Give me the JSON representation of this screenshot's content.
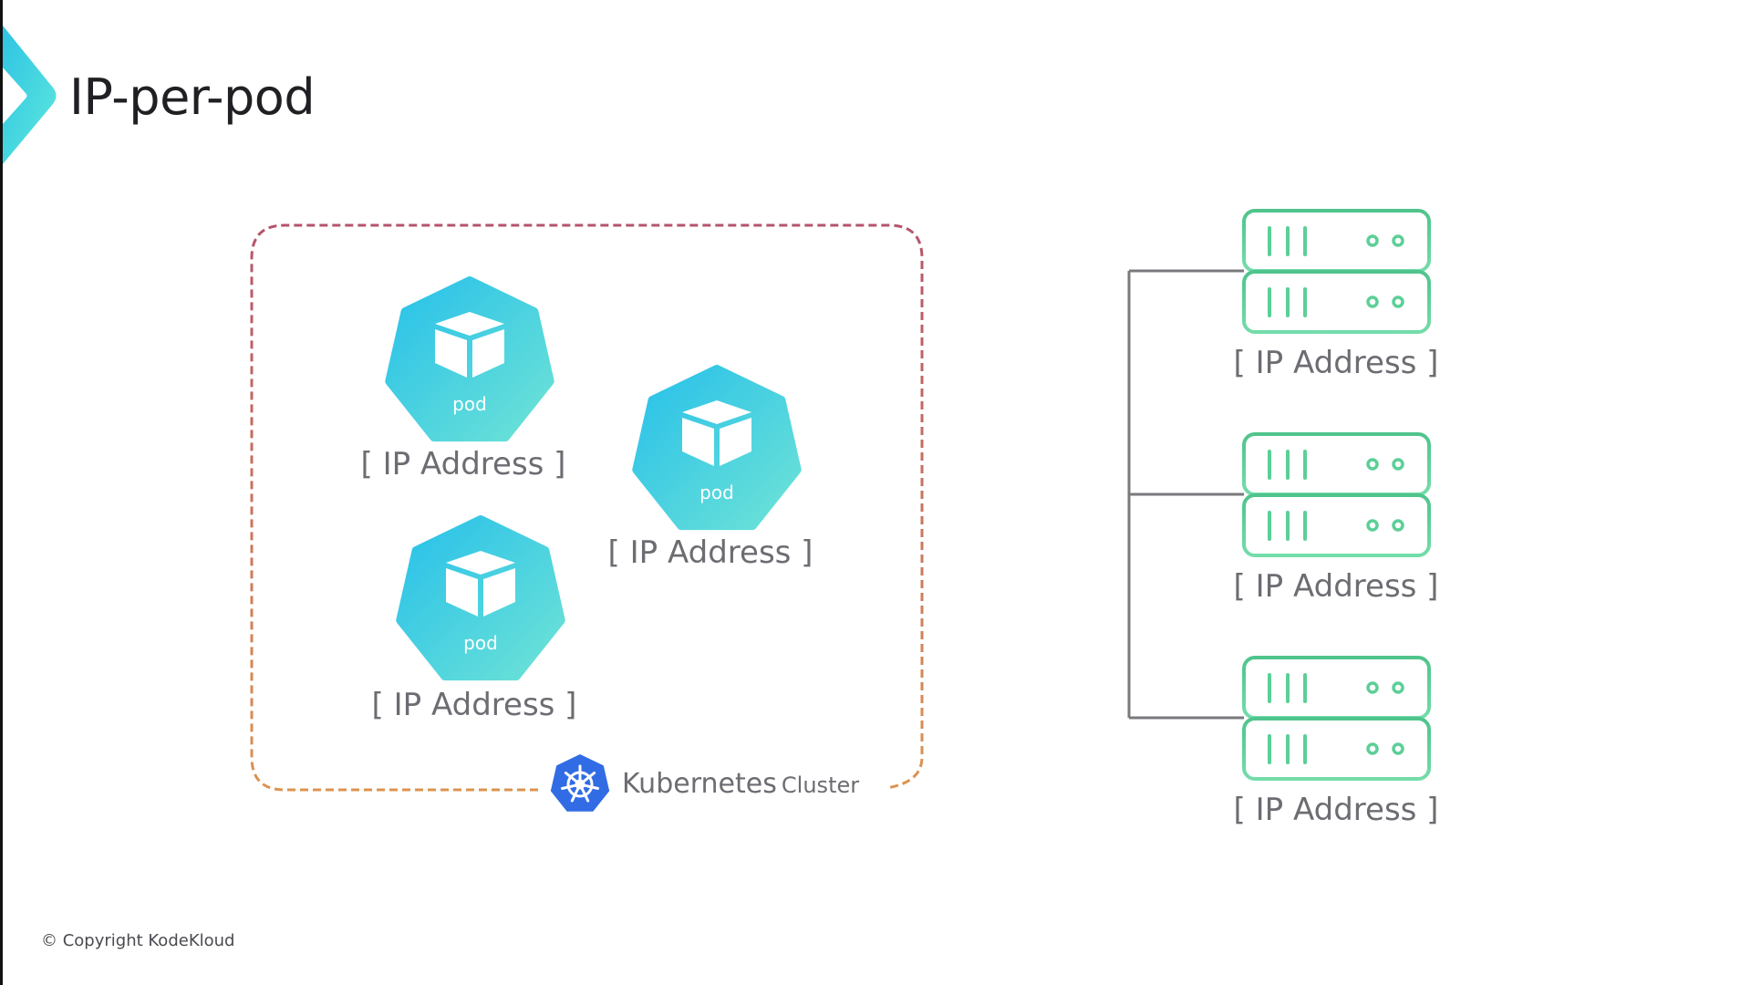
{
  "slide": {
    "title": "IP-per-pod",
    "footer": "© Copyright KodeKloud"
  },
  "cluster": {
    "label_main": "Kubernetes",
    "label_sub": "Cluster",
    "logo_icon": "kubernetes-helm-wheel-icon",
    "border_color_top": "#b5546c",
    "border_color_bottom": "#dc9450",
    "pods": [
      {
        "label": "pod",
        "ip": "[ IP Address ]",
        "icon": "cube-icon"
      },
      {
        "label": "pod",
        "ip": "[ IP Address ]",
        "icon": "cube-icon"
      },
      {
        "label": "pod",
        "ip": "[ IP Address ]",
        "icon": "cube-icon"
      }
    ]
  },
  "servers": [
    {
      "ip": "[ IP Address ]",
      "icon": "server-rack-icon"
    },
    {
      "ip": "[ IP Address ]",
      "icon": "server-rack-icon"
    },
    {
      "ip": "[ IP Address ]",
      "icon": "server-rack-icon"
    }
  ],
  "colors": {
    "pod_gradient_start": "#27c0ea",
    "pod_gradient_end": "#6ee3d6",
    "server_stroke": "#5ccf97",
    "connector": "#7a7a7e",
    "k8s_blue": "#326ce5",
    "chevron_start": "#2ec4e4",
    "chevron_end": "#5ee8dc"
  }
}
